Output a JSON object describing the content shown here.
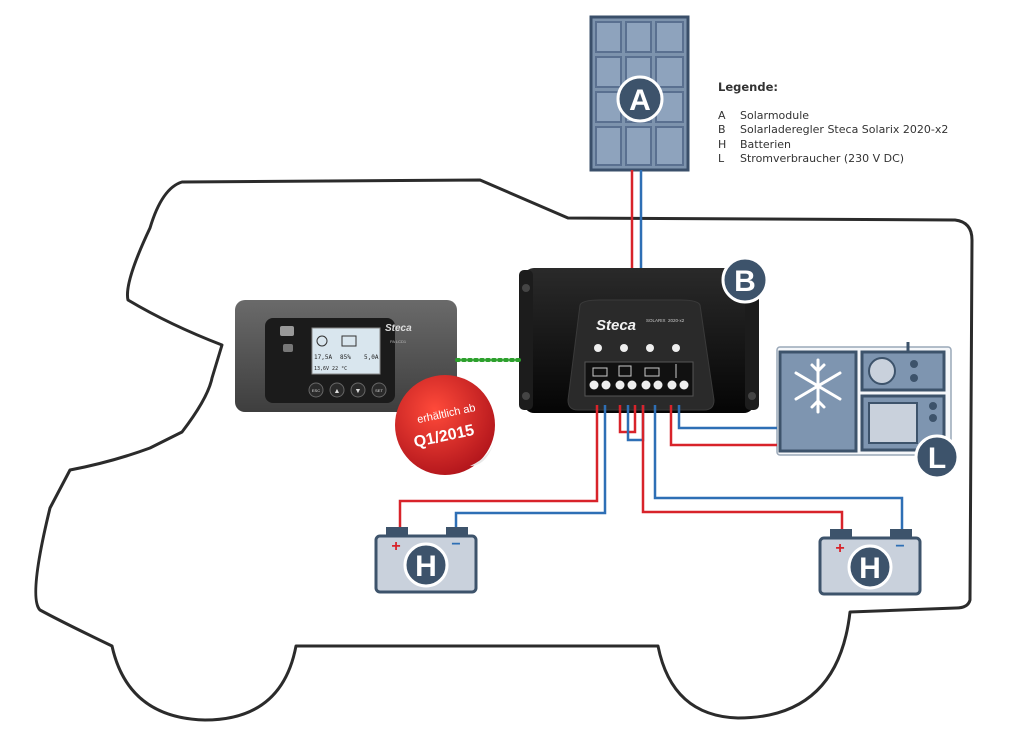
{
  "legend": {
    "title": "Legende:",
    "items": [
      {
        "key": "A",
        "label": "Solarmodule"
      },
      {
        "key": "B",
        "label": "Solarladeregler Steca Solarix 2020-x2"
      },
      {
        "key": "H",
        "label": "Batterien"
      },
      {
        "key": "L",
        "label": "Stromverbraucher (230 V DC)"
      }
    ]
  },
  "markers": {
    "a": "A",
    "b": "B",
    "h1": "H",
    "h2": "H",
    "l": "L"
  },
  "display": {
    "brand": "Steca",
    "model_small": "PA LCD1",
    "readouts": [
      "17,5A",
      "85%",
      "5,0A"
    ],
    "bottom_row": "13,6V 22 °C",
    "buttons": [
      "ESC",
      "▲",
      "▼",
      "SET"
    ]
  },
  "controller": {
    "brand": "Steca",
    "model": "SOLARIX",
    "model_variant": "2020-x2"
  },
  "badge": {
    "line1": "erhältlich ab",
    "line2": "Q1/2015"
  },
  "battery_terminals": {
    "plus": "+",
    "minus": "−"
  },
  "colors": {
    "outline": "#2b2b2b",
    "wire_red": "#d8232a",
    "wire_blue": "#2e6fb5",
    "panel_fill": "#7d93ad",
    "panel_stroke": "#3a4f6a",
    "marker_fill": "#3d536b",
    "battery_fill": "#c9d1dc",
    "badge_red": "#d41f26",
    "controller_body": "#111111",
    "display_body": "#555555",
    "data_link": "#2ca02c"
  },
  "icons": [
    "solar-panel-icon",
    "snowflake-icon",
    "radio-icon",
    "tv-icon",
    "battery-icon"
  ]
}
